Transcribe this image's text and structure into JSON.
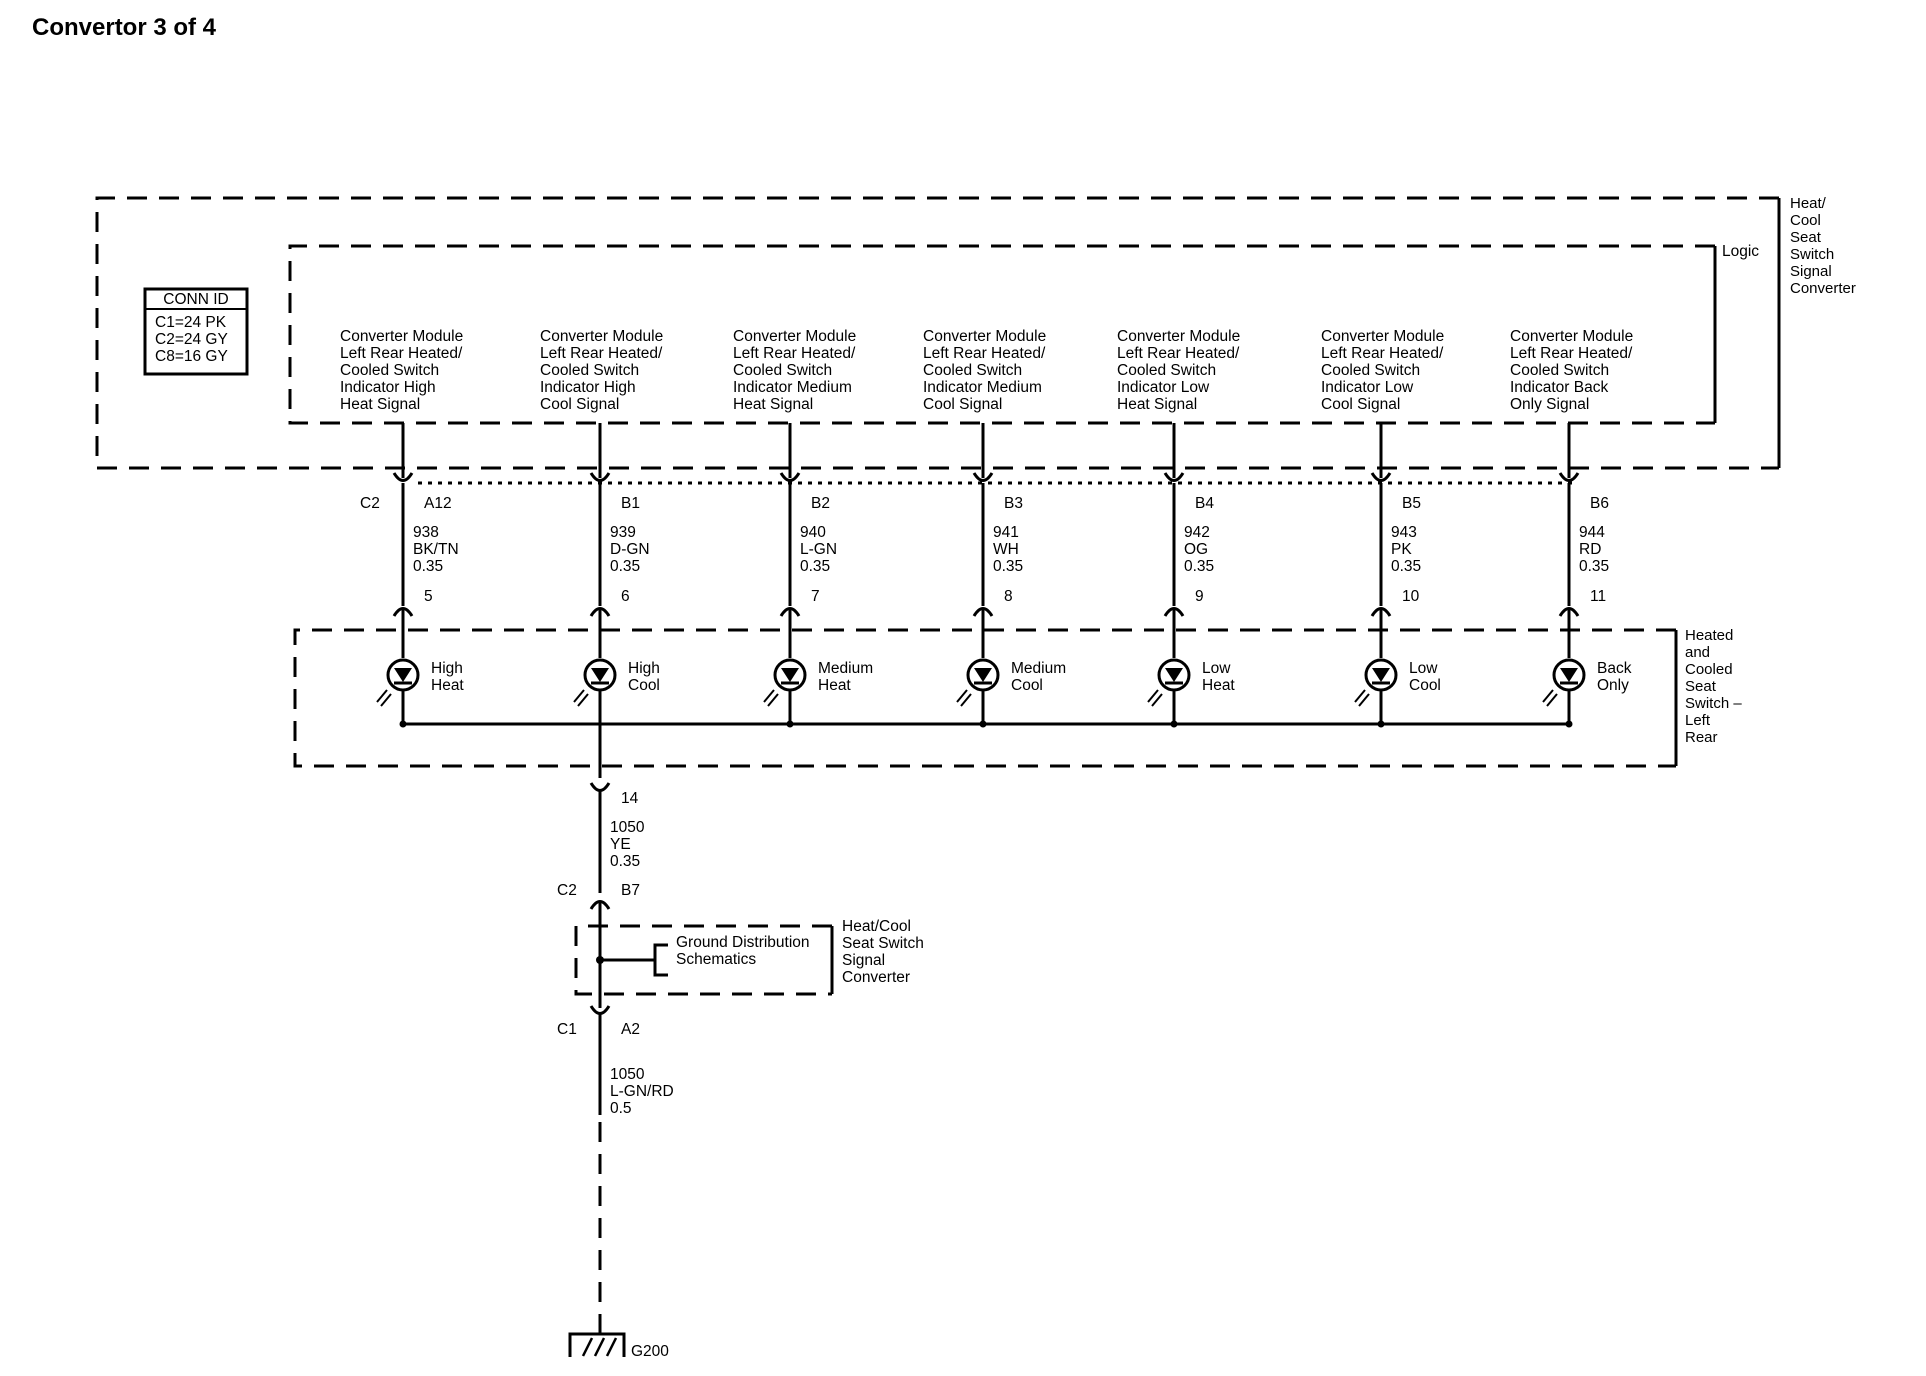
{
  "title": "Convertor 3 of 4",
  "converter_box": {
    "label": [
      "Heat/",
      "Cool",
      "Seat",
      "Switch",
      "Signal",
      "Converter"
    ],
    "logic_label": "Logic"
  },
  "conn_id": {
    "header": "CONN ID",
    "lines": [
      "C1=24 PK",
      "C2=24 GY",
      "C8=16 GY"
    ]
  },
  "circuits": [
    {
      "module": [
        "Converter Module",
        "Left Rear Heated/",
        "Cooled Switch",
        "Indicator High",
        "Heat Signal"
      ],
      "pin": "A12",
      "circuit": "938",
      "color": "BK/TN",
      "gauge": "0.35",
      "switch_pin": "5",
      "led": [
        "High",
        "Heat"
      ]
    },
    {
      "module": [
        "Converter Module",
        "Left Rear Heated/",
        "Cooled Switch",
        "Indicator High",
        "Cool Signal"
      ],
      "pin": "B1",
      "circuit": "939",
      "color": "D-GN",
      "gauge": "0.35",
      "switch_pin": "6",
      "led": [
        "High",
        "Cool"
      ]
    },
    {
      "module": [
        "Converter Module",
        "Left Rear Heated/",
        "Cooled Switch",
        "Indicator Medium",
        "Heat Signal"
      ],
      "pin": "B2",
      "circuit": "940",
      "color": "L-GN",
      "gauge": "0.35",
      "switch_pin": "7",
      "led": [
        "Medium",
        "Heat"
      ]
    },
    {
      "module": [
        "Converter Module",
        "Left Rear Heated/",
        "Cooled Switch",
        "Indicator Medium",
        "Cool Signal"
      ],
      "pin": "B3",
      "circuit": "941",
      "color": "WH",
      "gauge": "0.35",
      "switch_pin": "8",
      "led": [
        "Medium",
        "Cool"
      ]
    },
    {
      "module": [
        "Converter Module",
        "Left Rear Heated/",
        "Cooled Switch",
        "Indicator Low",
        "Heat Signal"
      ],
      "pin": "B4",
      "circuit": "942",
      "color": "OG",
      "gauge": "0.35",
      "switch_pin": "9",
      "led": [
        "Low",
        "Heat"
      ]
    },
    {
      "module": [
        "Converter Module",
        "Left Rear Heated/",
        "Cooled Switch",
        "Indicator Low",
        "Cool Signal"
      ],
      "pin": "B5",
      "circuit": "943",
      "color": "PK",
      "gauge": "0.35",
      "switch_pin": "10",
      "led": [
        "Low",
        "Cool"
      ]
    },
    {
      "module": [
        "Converter Module",
        "Left Rear Heated/",
        "Cooled Switch",
        "Indicator Back",
        "Only Signal"
      ],
      "pin": "B6",
      "circuit": "944",
      "color": "RD",
      "gauge": "0.35",
      "switch_pin": "11",
      "led": [
        "Back",
        "Only"
      ]
    }
  ],
  "connector_c2_label": "C2",
  "switch_box": {
    "label": [
      "Heated",
      "and",
      "Cooled",
      "Seat",
      "Switch –",
      "Left",
      "Rear"
    ]
  },
  "ground_wire_1": {
    "switch_pin": "14",
    "circuit": "1050",
    "color": "YE",
    "gauge": "0.35",
    "connector": "C2",
    "pin": "B7"
  },
  "ground_dist": {
    "label": [
      "Ground Distribution",
      "Schematics"
    ],
    "module_label": [
      "Heat/Cool",
      "Seat Switch",
      "Signal",
      "Converter"
    ]
  },
  "ground_wire_2": {
    "connector": "C1",
    "pin": "A2",
    "circuit": "1050",
    "color": "L-GN/RD",
    "gauge": "0.5"
  },
  "ground": {
    "label": "G200"
  }
}
